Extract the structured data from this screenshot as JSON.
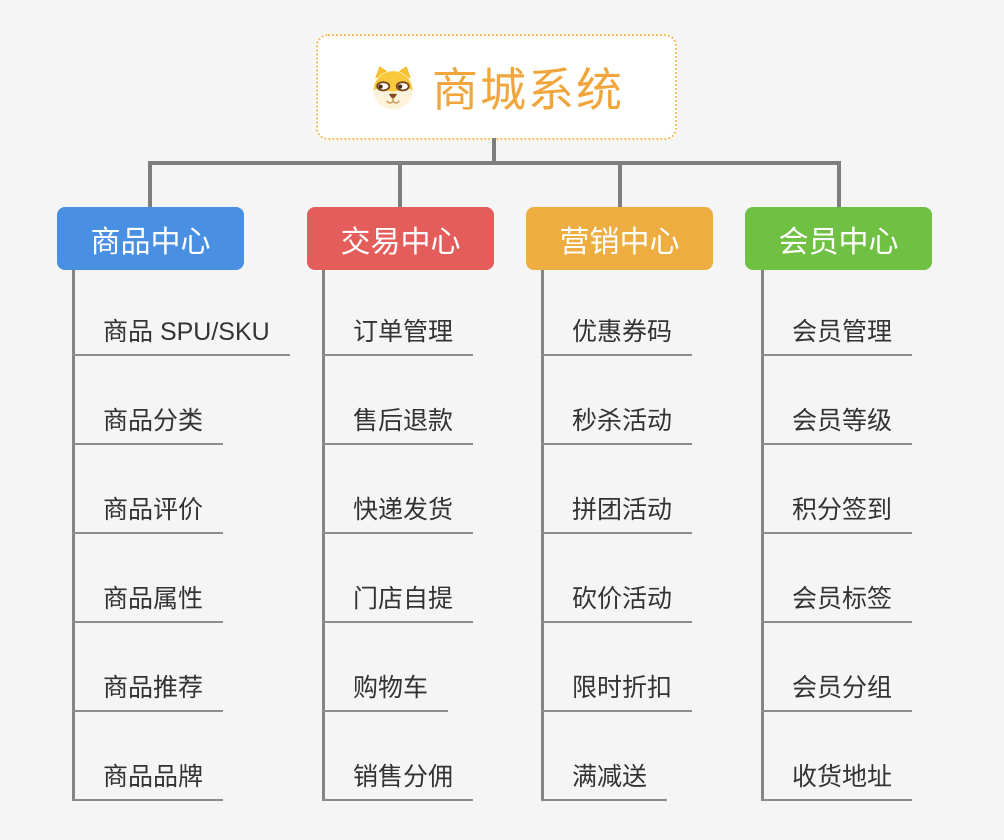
{
  "diagram": {
    "root": {
      "label": "商城系统",
      "icon": "shiba-dog-icon"
    },
    "branches": [
      {
        "id": "product-center",
        "label": "商品中心",
        "color": "#4A90E2",
        "children": [
          "商品 SPU/SKU",
          "商品分类",
          "商品评价",
          "商品属性",
          "商品推荐",
          "商品品牌"
        ]
      },
      {
        "id": "trade-center",
        "label": "交易中心",
        "color": "#E35D5B",
        "children": [
          "订单管理",
          "售后退款",
          "快递发货",
          "门店自提",
          "购物车",
          "销售分佣"
        ]
      },
      {
        "id": "marketing-center",
        "label": "营销中心",
        "color": "#EDAD41",
        "children": [
          "优惠券码",
          "秒杀活动",
          "拼团活动",
          "砍价活动",
          "限时折扣",
          "满减送"
        ]
      },
      {
        "id": "member-center",
        "label": "会员中心",
        "color": "#6FC043",
        "children": [
          "会员管理",
          "会员等级",
          "积分签到",
          "会员标签",
          "会员分组",
          "收货地址"
        ]
      }
    ],
    "colors": {
      "background": "#F5F5F6",
      "connector": "#7E7E7E",
      "branch_trunk": "#848484",
      "item_underline": "#8C8C8C",
      "item_text": "#333333",
      "root_border": "#F5BC62",
      "root_text": "#F0A63C",
      "header_text": "#FFFFFF"
    }
  }
}
